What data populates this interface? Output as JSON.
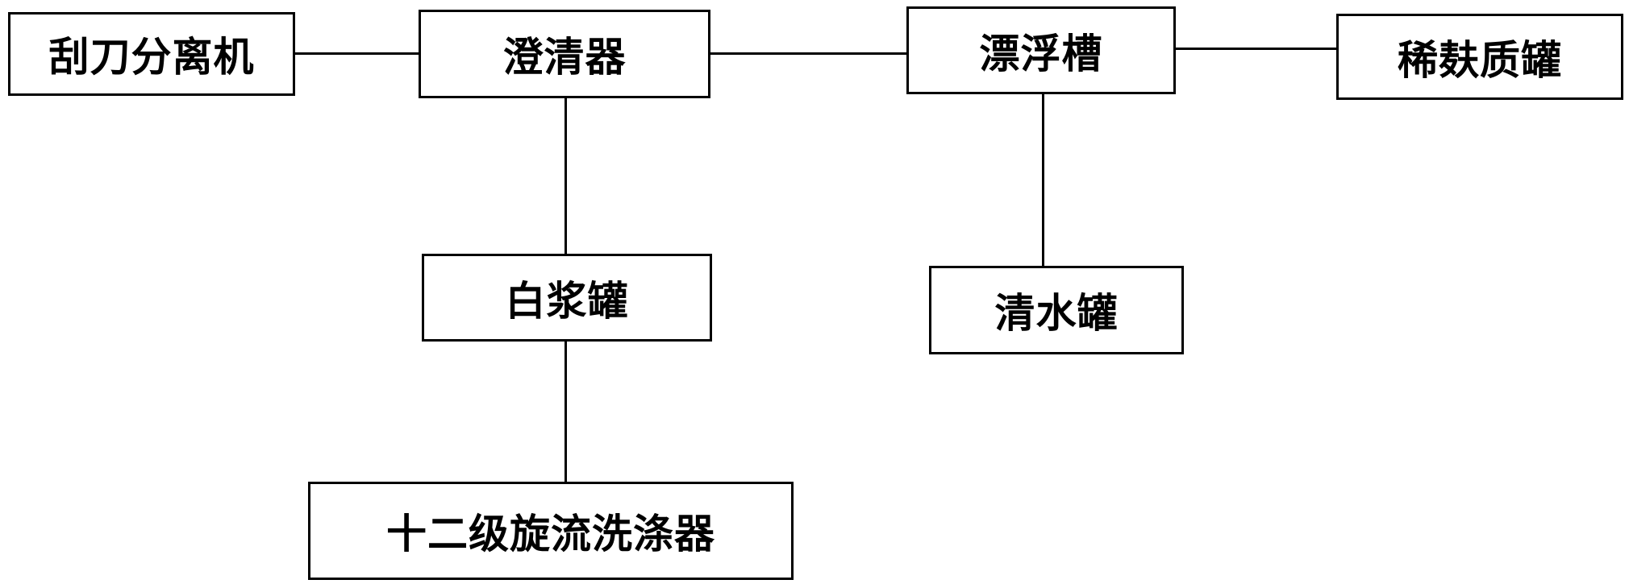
{
  "nodes": {
    "scraper_separator": "刮刀分离机",
    "clarifier": "澄清器",
    "flotation_tank": "漂浮槽",
    "dilute_bran_tank": "稀麸质罐",
    "white_slurry_tank": "白浆罐",
    "clear_water_tank": "清水罐",
    "twelve_stage_cyclone_washer": "十二级旋流洗涤器"
  },
  "edges": [
    [
      "scraper_separator",
      "clarifier"
    ],
    [
      "clarifier",
      "flotation_tank"
    ],
    [
      "flotation_tank",
      "dilute_bran_tank"
    ],
    [
      "clarifier",
      "white_slurry_tank"
    ],
    [
      "white_slurry_tank",
      "twelve_stage_cyclone_washer"
    ],
    [
      "flotation_tank",
      "clear_water_tank"
    ]
  ],
  "colors": {
    "line": "#000000",
    "box_border": "#000000",
    "background": "#ffffff"
  }
}
